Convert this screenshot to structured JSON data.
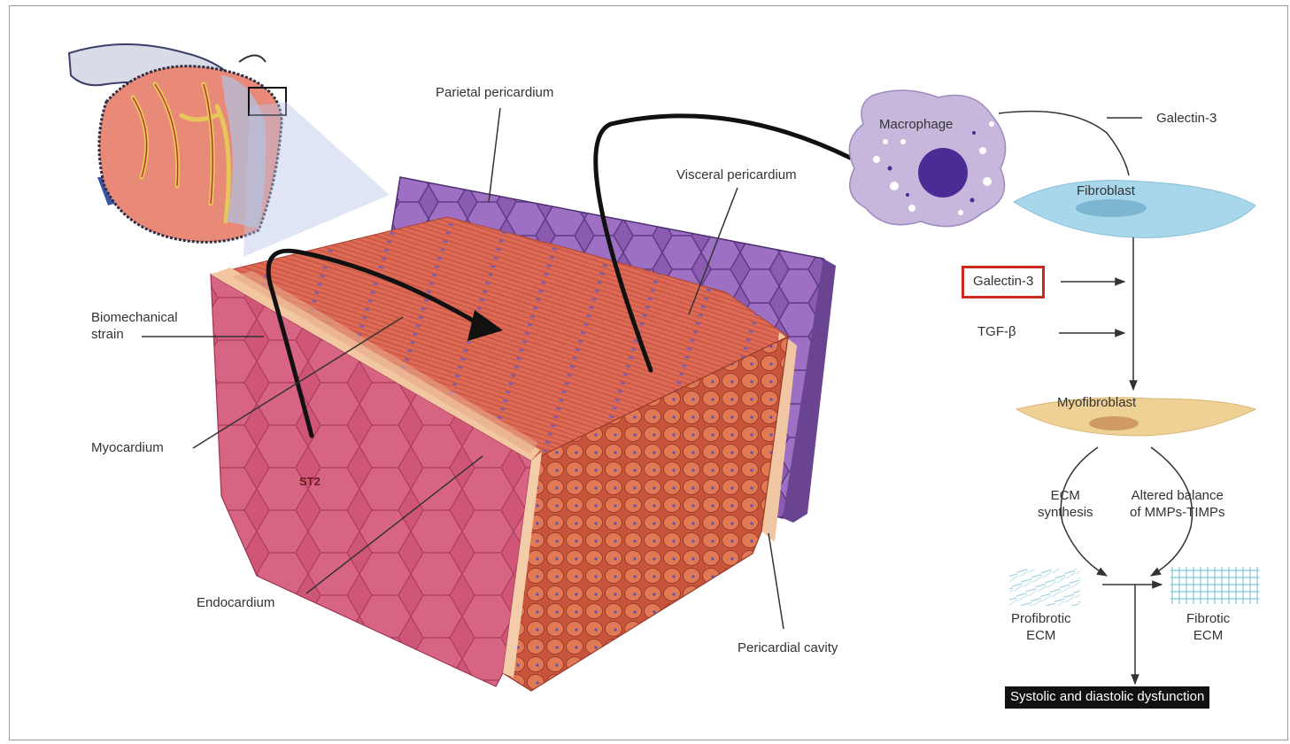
{
  "labels": {
    "parietal_pericardium": "Parietal pericardium",
    "visceral_pericardium": "Visceral pericardium",
    "biomechanical_strain": "Biomechanical\nstrain",
    "myocardium": "Myocardium",
    "st2": "ST2",
    "endocardium": "Endocardium",
    "pericardial_cavity": "Pericardial cavity",
    "macrophage": "Macrophage",
    "galectin3_top": "Galectin-3",
    "fibroblast": "Fibroblast",
    "galectin3_highlight": "Galectin-3",
    "tgf_beta": "TGF-β",
    "myofibroblast": "Myofibroblast",
    "ecm_synthesis": "ECM\nsynthesis",
    "altered_balance": "Altered balance\nof MMPs-TIMPs",
    "profibrotic_ecm": "Profibrotic\nECM",
    "fibrotic_ecm": "Fibrotic\nECM",
    "dysfunction": "Systolic and diastolic dysfunction"
  },
  "colors": {
    "highlight_box": "#cc2a1e",
    "myocardium": "#d9604f",
    "endocardium_face": "#c9506f",
    "pericardium": "#8a5bb0",
    "macrophage": "#c4b2dc",
    "macrophage_nucleus": "#4a2a93",
    "fibroblast": "#a9d8ec",
    "myofibroblast": "#f0cf92"
  }
}
